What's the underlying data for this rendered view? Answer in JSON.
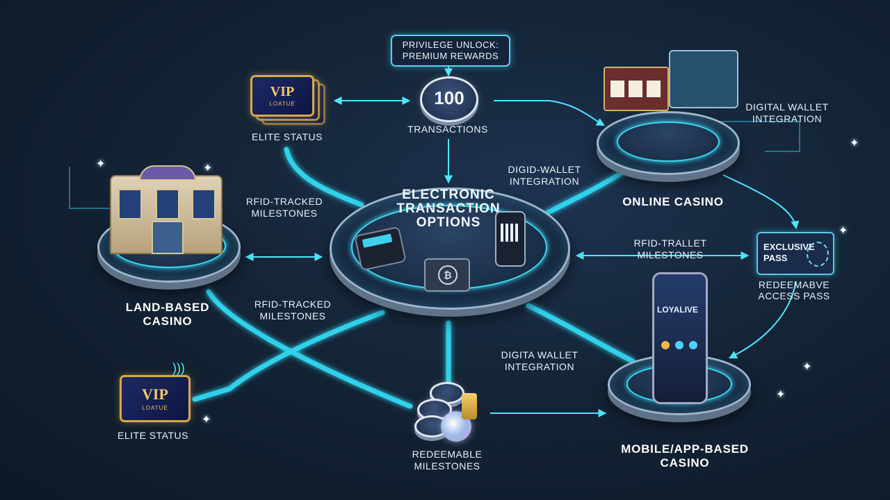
{
  "callout": {
    "line1": "PRIVILEGE UNLOCK:",
    "line2": "PREMIUM REWARDS"
  },
  "top_center": {
    "number": "100",
    "label": "TRANSACTIONS"
  },
  "hub": {
    "line1": "ELECTRONIC",
    "line2": "TRANSACTION",
    "line3": "OPTIONS"
  },
  "vip_card_top": {
    "title": "VIP",
    "subtitle": "LOATUE",
    "label": "ELITE STATUS"
  },
  "vip_card_bottom": {
    "title": "VIP",
    "subtitle": "LOATUE",
    "label": "ELITE STATUS"
  },
  "nodes": {
    "land_based": {
      "line1": "LAND-BASED",
      "line2": "CASINO"
    },
    "online": {
      "label": "ONLINE CASINO"
    },
    "mobile": {
      "line1": "MOBILE/APP-BASED",
      "line2": "CASINO",
      "app_text": "LOYALIVE"
    }
  },
  "edge_labels": {
    "rfid_top": {
      "line1": "RFID-TRACKED",
      "line2": "MILESTONES"
    },
    "rfid_bottom": {
      "line1": "RFID-TRACKED",
      "line2": "MILESTONES"
    },
    "rfid_right": {
      "line1": "RFID-TRALLET",
      "line2": "MILESTONES"
    },
    "wallet_top": {
      "line1": "DIGID-WALLET",
      "line2": "INTEGRATION"
    },
    "wallet_right": {
      "line1": "DIGITAL WALLET",
      "line2": "INTEGRATION"
    },
    "wallet_bottom": {
      "line1": "DIGITA WALLET",
      "line2": "INTEGRATION"
    }
  },
  "pass": {
    "line1": "EXCLUSIVE",
    "line2": "PASS",
    "label_line1": "REDEEMABVE",
    "label_line2": "ACCESS PASS"
  },
  "milestones": {
    "line1": "REDEEMABLE",
    "line2": "MILESTONES"
  },
  "colors": {
    "flow": "#35e3ff",
    "card_gold": "#d8a94a",
    "card_navy": "#1c2a66"
  }
}
